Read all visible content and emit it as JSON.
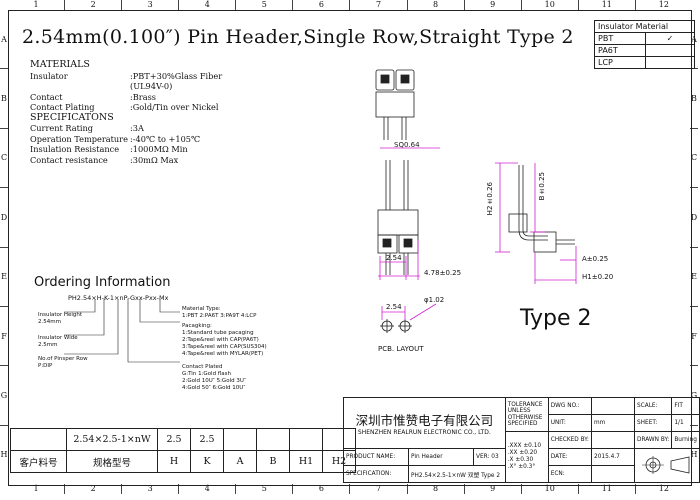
{
  "rulers": {
    "columns": [
      "1",
      "2",
      "3",
      "4",
      "5",
      "6",
      "7",
      "8",
      "9",
      "10",
      "11",
      "12"
    ],
    "rows": [
      "A",
      "B",
      "C",
      "D",
      "E",
      "F",
      "G",
      "H"
    ]
  },
  "title": "2.54mm(0.100″) Pin Header,Single Row,Straight Type 2",
  "materials": {
    "heading": "MATERIALS",
    "rows": [
      {
        "label": "Insulator",
        "value": ":PBT+30%Glass Fiber"
      },
      {
        "label": "",
        "value": " (UL94V-0)"
      },
      {
        "label": "Contact",
        "value": ":Brass"
      },
      {
        "label": "Contact Plating",
        "value": ":Gold/Tin over Nickel"
      }
    ]
  },
  "specifications": {
    "heading": "SPECIFICATONS",
    "rows": [
      {
        "label": "Current Rating",
        "value": ":3A"
      },
      {
        "label": "Operation Temperature",
        "value": ":-40℃ to +105℃"
      },
      {
        "label": "Insulation Resistance",
        "value": ":1000MΩ Min"
      },
      {
        "label": "Contact resistance",
        "value": ":30mΩ Max"
      }
    ]
  },
  "material_table": {
    "header": "Insulator Material",
    "rows": [
      {
        "name": "PBT",
        "mark": "✓"
      },
      {
        "name": "PA6T",
        "mark": ""
      },
      {
        "name": "LCP",
        "mark": ""
      }
    ]
  },
  "ordering": {
    "title": "Ordering Information",
    "part_number": "PH2.54×H-K-1×nP-Gxx-Pxx-Mx",
    "insulator_height": [
      "Insulator Height",
      "2.54mm"
    ],
    "insulator_wide": [
      "Insulator Wide",
      "2.5mm"
    ],
    "pins": [
      "No.of Pinsper Row",
      "P:DIP"
    ],
    "material_type": [
      "Material Type:",
      "1:PBT 2:PA6T 3:PA9T 4:LCP"
    ],
    "packaging": [
      "Pacagking:",
      "1:Standard tube pacaging",
      "2:Tape&reel with CAP(PA6T)",
      "3:Tape&reel with CAP(SUS304)",
      "4:Tape&reel with MYLAR(PET)"
    ],
    "plating": [
      "Contact Plated",
      "G:Tin          1:Gold flash",
      "2:Gold 10U″     5:Gold 3U″",
      "4:Gold 50″      6:Gold 10U″"
    ]
  },
  "dimensions": {
    "sq": "SQ0.64",
    "pitch": "2.54",
    "width": "4.78±0.25",
    "h2": "H2±0.26",
    "b": "B±0.25",
    "a": "A±0.25",
    "h1": "H1±0.20",
    "hole": "φ1.02",
    "pcb_pitch": "2.54"
  },
  "type_label": "Type 2",
  "pcb_label": "PCB. LAYOUT",
  "bottom_table": {
    "values": [
      "2.54×2.5-1×nW",
      "2.5",
      "2.5",
      "",
      "",
      "",
      ""
    ],
    "headers": [
      "客户料号",
      "规格型号",
      "H",
      "K",
      "A",
      "B",
      "H1",
      "H2"
    ]
  },
  "title_block": {
    "company_cn": "深圳市惟赞电子有限公司",
    "company_en": "SHENZHEN REALRUN ELECTRONIC CO., LTD.",
    "tolerance_label": "TOLERANCE UNLESS OTHERWISE SPECIFIED",
    "tolerances": [
      ".XXX ±0.10",
      ".XX  ±0.20",
      ".X   ±0.30",
      ".X°  ±0.3°"
    ],
    "dwg_no_label": "DWG NO.:",
    "unit_label": "UNIT:",
    "unit": "mm",
    "date_label": "DATE:",
    "date": "2015.4.7",
    "ecn_label": "ECN:",
    "scale_label": "SCALE:",
    "scale": "FIT",
    "sheet_label": "SHEET:",
    "sheet": "1/1",
    "checked_label": "CHECKED BY:",
    "drawn_label": "DRAWN BY:",
    "drawn": "Burning",
    "product_label": "PRODUCT NAME:",
    "product": "Pin Header",
    "ver_label": "VER:",
    "ver": "03",
    "spec_label": "SPECIFICATION:",
    "spec": "PH2.54×2.5-1×nW 双塑 Type 2"
  }
}
